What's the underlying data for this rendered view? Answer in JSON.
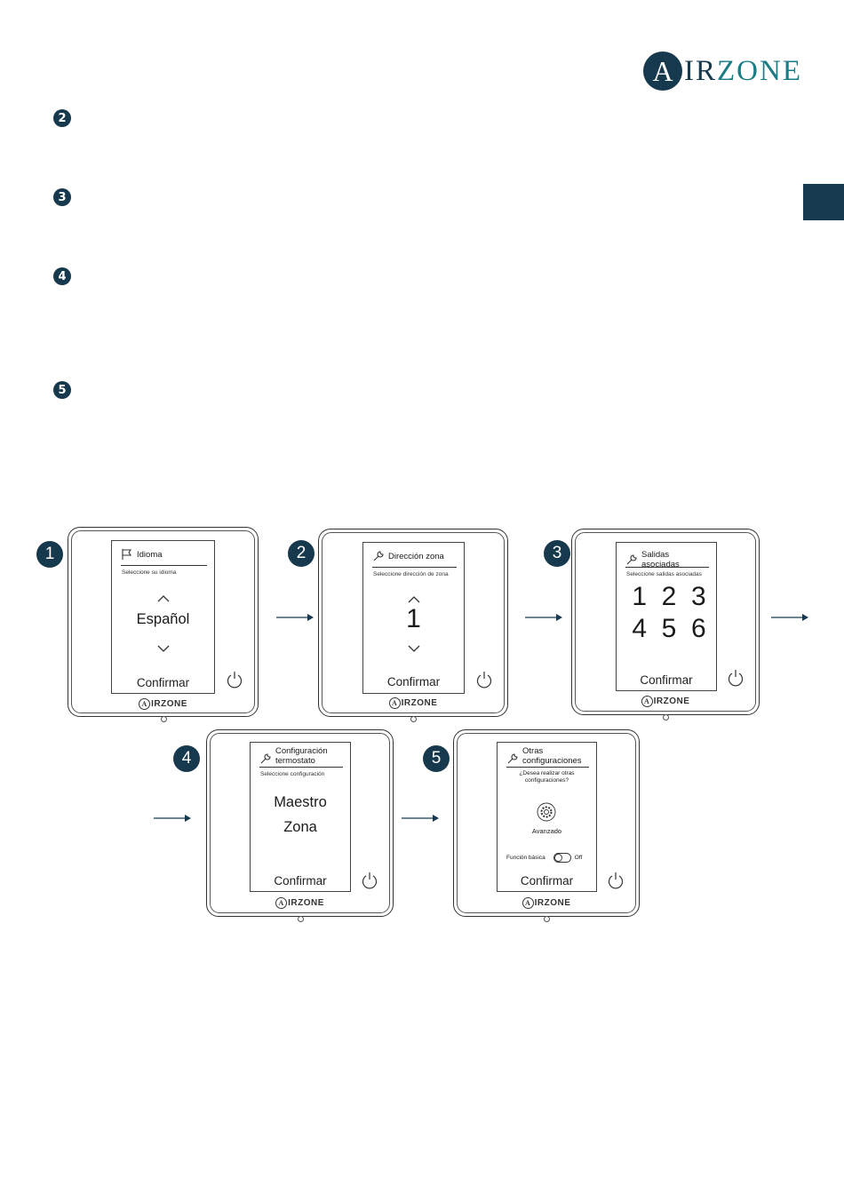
{
  "brand": {
    "logo_initial": "A",
    "logo_rest": "IRZONE"
  },
  "steps": [
    "2",
    "3",
    "4",
    "5"
  ],
  "devices": [
    {
      "badge": "1",
      "title": "Idioma",
      "subtitle": "Seleccione su idioma",
      "value": "Español",
      "confirm": "Confirmar",
      "footer_logo": "IRZONE",
      "icon": "flag-icon"
    },
    {
      "badge": "2",
      "title": "Dirección zona",
      "subtitle": "Seleccione dirección de zona",
      "value": "1",
      "confirm": "Confirmar",
      "footer_logo": "IRZONE",
      "icon": "wrench-icon"
    },
    {
      "badge": "3",
      "title": "Salidas asociadas",
      "subtitle": "Seleccione salidas asociadas",
      "outputs": [
        "1",
        "2",
        "3",
        "4",
        "5",
        "6"
      ],
      "confirm": "Confirmar",
      "footer_logo": "IRZONE",
      "icon": "wrench-icon"
    },
    {
      "badge": "4",
      "title_line1": "Configuración",
      "title_line2": "termostato",
      "subtitle": "Seleccione configuración",
      "options": [
        "Maestro",
        "Zona"
      ],
      "confirm": "Confirmar",
      "footer_logo": "IRZONE",
      "icon": "wrench-icon"
    },
    {
      "badge": "5",
      "title_line1": "Otras",
      "title_line2": "configuraciones",
      "question_line1": "¿Desea realizar otras",
      "question_line2": "configuraciones?",
      "advanced_label": "Avanzado",
      "basic_label": "Función básica",
      "toggle_state": "Off",
      "confirm": "Confirmar",
      "footer_logo": "IRZONE",
      "icon": "wrench-icon"
    }
  ]
}
